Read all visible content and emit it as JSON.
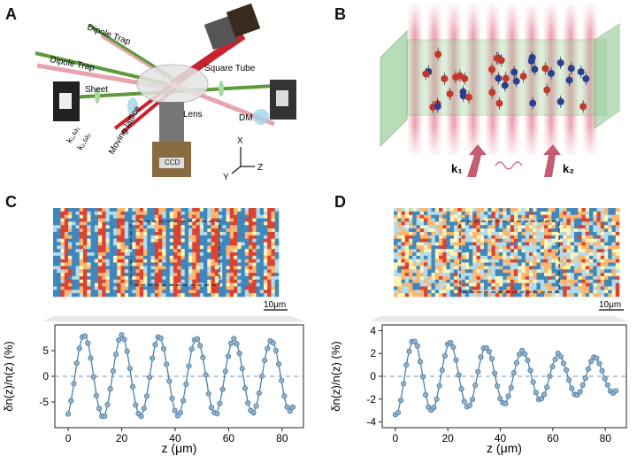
{
  "panels": {
    "A": {
      "letter": "A",
      "labels": {
        "dipole_trap_1": "Dipole Trap",
        "dipole_trap_2": "Dipole Trap",
        "square_tube": "Square Tube",
        "sheet": "Sheet",
        "lens": "Lens",
        "dm": "DM",
        "ccd": "CCD",
        "moving_lattice": "Moving lattice",
        "k1w1": "k₁,ω₁",
        "k2w2": "k₂,ω₂",
        "axis_x": "X",
        "axis_y": "Y",
        "axis_z": "Z"
      }
    },
    "B": {
      "letter": "B",
      "k1": "k₁",
      "k2": "k₂"
    },
    "C": {
      "letter": "C",
      "scale_bar": "10μm"
    },
    "D": {
      "letter": "D",
      "scale_bar": "10μm"
    }
  },
  "chart_data": [
    {
      "panel": "C",
      "type": "line",
      "xlabel": "z (μm)",
      "ylabel": "δn(z)/n(z) (%)",
      "xlim": [
        -5,
        88
      ],
      "ylim": [
        -10,
        10
      ],
      "xticks": [
        0,
        20,
        40,
        60,
        80
      ],
      "yticks": [
        -5,
        0,
        5
      ],
      "reference_line": 0,
      "model": {
        "amplitude_start": 8.2,
        "amplitude_end": 7.0,
        "period": 14,
        "phase_peak_at": 6,
        "z_start": 0,
        "z_end": 84
      },
      "points_step": 1.05
    },
    {
      "panel": "D",
      "type": "line",
      "xlabel": "z (μm)",
      "ylabel": "δn(z)/n(z) (%)",
      "xlim": [
        -5,
        88
      ],
      "ylim": [
        -4.5,
        4.5
      ],
      "xticks": [
        0,
        20,
        40,
        60,
        80
      ],
      "yticks": [
        -4,
        -2,
        0,
        2,
        4
      ],
      "reference_line": 0,
      "model": {
        "amplitude_start": 3.4,
        "amplitude_end": 1.4,
        "period": 13.8,
        "phase_peak_at": 7,
        "z_start": 0,
        "z_end": 84
      },
      "points_step": 1.05
    }
  ]
}
